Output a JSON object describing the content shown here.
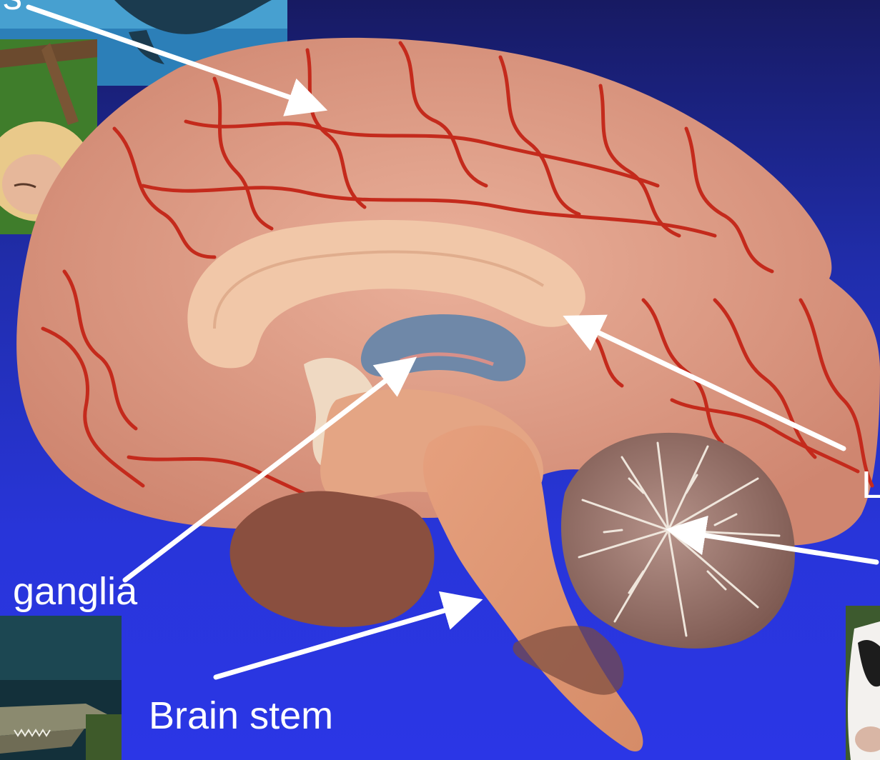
{
  "labels": {
    "cortex_fragment": "s",
    "basal_ganglia": "ganglia",
    "brain_stem": "Brain stem",
    "limbic_fragment": "L"
  },
  "photos": [
    {
      "name": "dolphin-photo"
    },
    {
      "name": "child-in-jungle-photo"
    },
    {
      "name": "crocodile-photo"
    },
    {
      "name": "cow-photo"
    }
  ],
  "colors": {
    "background_top": "#171a62",
    "background_bottom": "#2b36e6",
    "arrow": "#ffffff",
    "tissue": "#e3a08a",
    "vessels": "#c42a1c"
  }
}
